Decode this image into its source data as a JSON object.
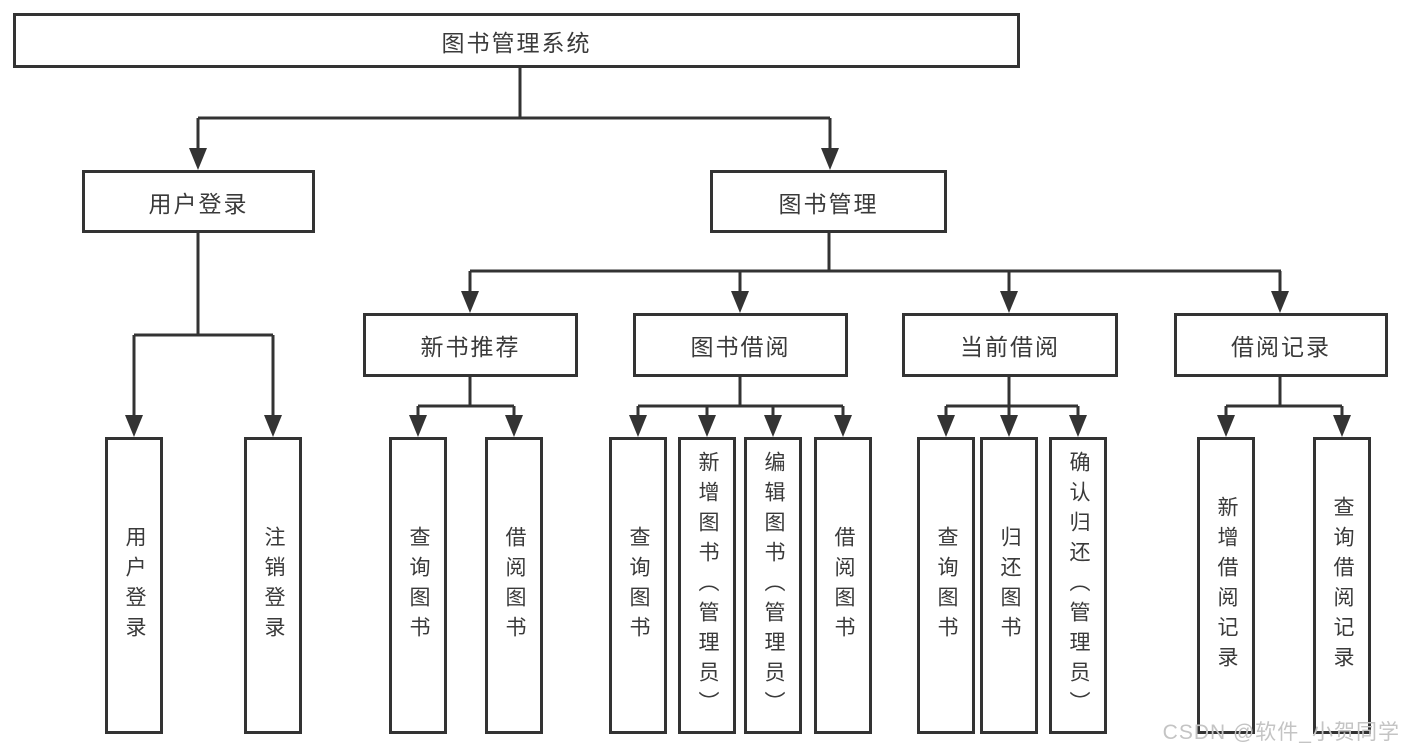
{
  "diagram": {
    "tree": {
      "label": "图书管理系统",
      "children": [
        {
          "label": "用户登录",
          "children": [
            {
              "label": "用户登录"
            },
            {
              "label": "注销登录"
            }
          ]
        },
        {
          "label": "图书管理",
          "children": [
            {
              "label": "新书推荐",
              "children": [
                {
                  "label": "查询图书"
                },
                {
                  "label": "借阅图书"
                }
              ]
            },
            {
              "label": "图书借阅",
              "children": [
                {
                  "label": "查询图书"
                },
                {
                  "label": "新增图书（管理员）"
                },
                {
                  "label": "编辑图书（管理员）"
                },
                {
                  "label": "借阅图书"
                }
              ]
            },
            {
              "label": "当前借阅",
              "children": [
                {
                  "label": "查询图书"
                },
                {
                  "label": "归还图书"
                },
                {
                  "label": "确认归还（管理员）"
                }
              ]
            },
            {
              "label": "借阅记录",
              "children": [
                {
                  "label": "新增借阅记录"
                },
                {
                  "label": "查询借阅记录"
                }
              ]
            }
          ]
        }
      ]
    }
  },
  "watermark": {
    "text": "CSDN @软件_小贺同学"
  },
  "colors": {
    "line": "#333333",
    "text": "#3a3a3a",
    "box_background": "#ffffff",
    "page_background": "#ffffff",
    "watermark": "#c4c4c4"
  }
}
